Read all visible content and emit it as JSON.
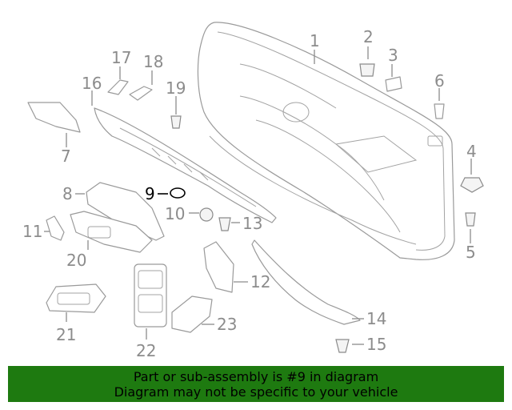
{
  "callouts": [
    {
      "id": "1",
      "label": "1"
    },
    {
      "id": "2",
      "label": "2"
    },
    {
      "id": "3",
      "label": "3"
    },
    {
      "id": "4",
      "label": "4"
    },
    {
      "id": "5",
      "label": "5"
    },
    {
      "id": "6",
      "label": "6"
    },
    {
      "id": "7",
      "label": "7"
    },
    {
      "id": "8",
      "label": "8"
    },
    {
      "id": "9",
      "label": "9",
      "highlighted": true
    },
    {
      "id": "10",
      "label": "10"
    },
    {
      "id": "11",
      "label": "11"
    },
    {
      "id": "12",
      "label": "12"
    },
    {
      "id": "13",
      "label": "13"
    },
    {
      "id": "14",
      "label": "14"
    },
    {
      "id": "15",
      "label": "15"
    },
    {
      "id": "16",
      "label": "16"
    },
    {
      "id": "17",
      "label": "17"
    },
    {
      "id": "18",
      "label": "18"
    },
    {
      "id": "19",
      "label": "19"
    },
    {
      "id": "20",
      "label": "20"
    },
    {
      "id": "21",
      "label": "21"
    },
    {
      "id": "22",
      "label": "22"
    },
    {
      "id": "23",
      "label": "23"
    }
  ],
  "banner": {
    "line1": "Part or sub-assembly is #9 in diagram",
    "line2": "Diagram may not be specific to your vehicle"
  },
  "colors": {
    "banner_bg": "#1e7a10",
    "callout_gray": "#8c8c8c",
    "highlight": "#000000"
  }
}
